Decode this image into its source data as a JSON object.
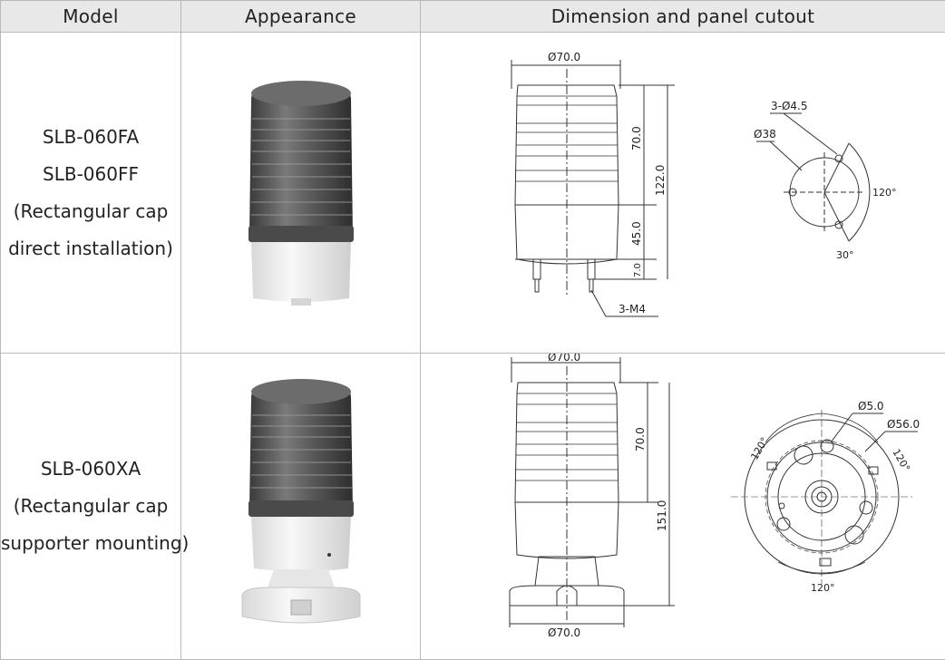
{
  "header": {
    "model": "Model",
    "appearance": "Appearance",
    "dimension": "Dimension and panel cutout"
  },
  "rows": [
    {
      "model_lines": [
        "SLB-060FA",
        "SLB-060FF",
        "(Rectangular cap",
        "direct installation)"
      ],
      "appearance_icon": "signal-light-direct-mount-photo",
      "dims": {
        "diameter": "Ø70.0",
        "height_lens": "70.0",
        "height_total": "122.0",
        "height_body": "45.0",
        "height_terminal": "7.0",
        "terminal": "3-M4",
        "cutout_holes": "3-Ø4.5",
        "cutout_circle": "Ø38",
        "angle_between": "120°",
        "angle_offset": "30°"
      }
    },
    {
      "model_lines": [
        "SLB-060XA",
        "(Rectangular cap",
        "supporter mounting)"
      ],
      "appearance_icon": "signal-light-supporter-mount-photo",
      "dims": {
        "diameter_top": "Ø70.0",
        "height_lens": "70.0",
        "height_total": "151.0",
        "diameter_base": "Ø70.0",
        "hole": "Ø5.0",
        "pcd": "Ø56.0",
        "angle_left": "120°",
        "angle_right": "120°",
        "angle_bottom": "120°"
      }
    }
  ]
}
